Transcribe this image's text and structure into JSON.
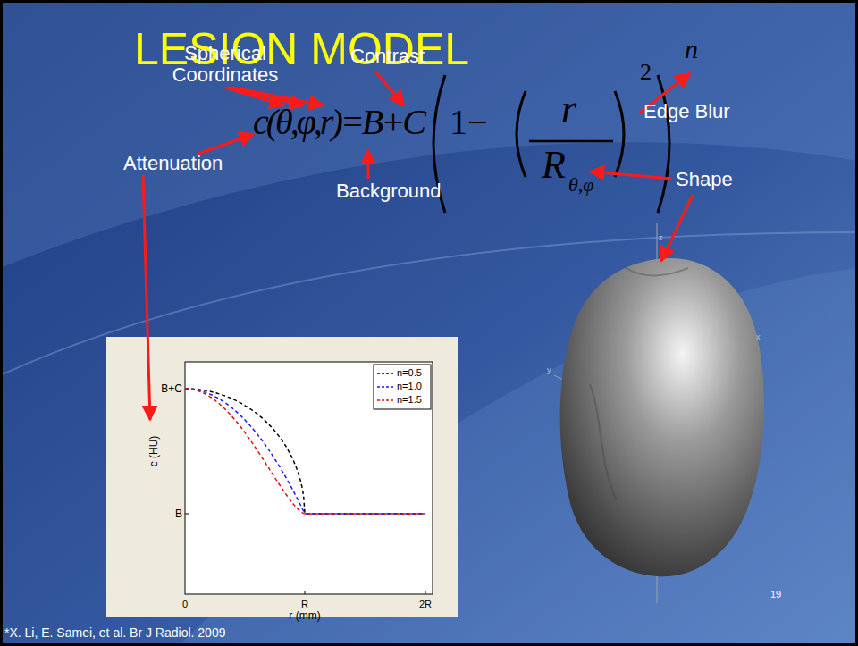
{
  "diagram": {
    "title": "LESION MODEL",
    "labels": [
      "Spherical Coordinates",
      "Contrast",
      "c(θ,φ,r)=B+C",
      "1−",
      "r",
      "R",
      "θ,φ",
      "2",
      "n",
      "Edge Blur",
      "Attenuation",
      "Background",
      "Shape",
      "B+C",
      "B",
      "c (HU)",
      "0",
      "R",
      "2R",
      "r (mm)",
      "z",
      "y",
      "x",
      "*X. Li, E. Samei, et al. Br J Radiol. 2009",
      "19"
    ],
    "legend": [
      {
        "text": "n=0.5"
      },
      {
        "text": "n=1.0"
      },
      {
        "text": "n=1.5"
      }
    ]
  }
}
